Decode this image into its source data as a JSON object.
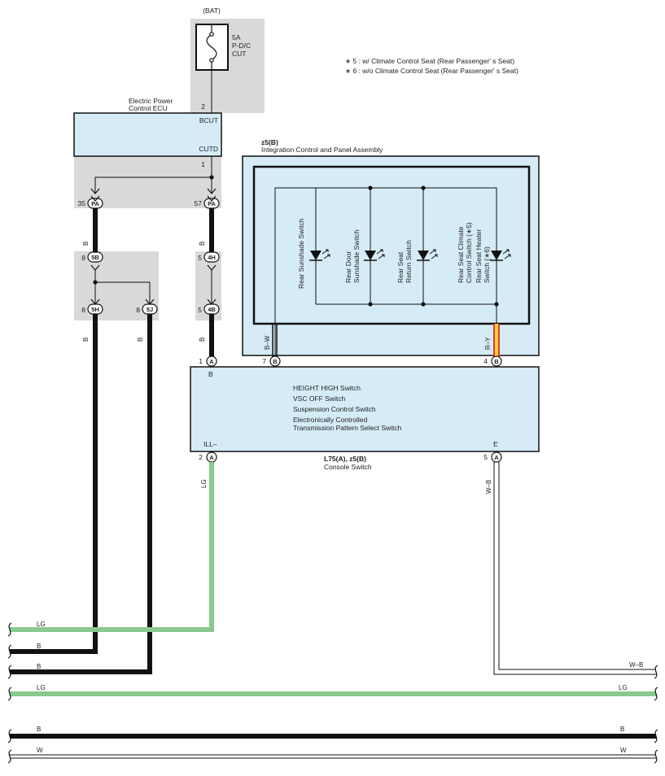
{
  "notes": {
    "n5": "∗ 5 : w/ Climate Control Seat  (Rear Passenger' s Seat)",
    "n6": "∗ 6 : w/o Climate Control Seat  (Rear Passenger' s Seat)"
  },
  "fuse": {
    "source": "(BAT)",
    "rating": "5A",
    "name1": "P-D/C",
    "name2": "CUT"
  },
  "ecu": {
    "title1": "Electric Power",
    "title2": "Control ECU",
    "pin_top": "2",
    "term_top": "BCUT",
    "term_bottom": "CUTD",
    "pin_bottom": "1"
  },
  "connectors": {
    "pa_left": {
      "pin": "35",
      "code": "PA"
    },
    "pa_right": {
      "pin": "57",
      "code": "PA"
    },
    "c5b": {
      "pin": "8",
      "code": "5B"
    },
    "c4h": {
      "pin": "5",
      "code": "4H"
    },
    "c5h": {
      "pin": "8",
      "code": "5H"
    },
    "c5j": {
      "pin": "8",
      "code": "5J"
    },
    "c4b": {
      "pin": "5",
      "code": "4B"
    }
  },
  "panel": {
    "code": "z5(B)",
    "title": "Integration Control  and Panel Assembly",
    "switches": [
      {
        "line1": "Rear Sunshade Switch"
      },
      {
        "line1": "Rear Door",
        "line2": "Sunshade Switch"
      },
      {
        "line1": "Rear Seat",
        "line2": "Return Switch"
      },
      {
        "line1": "Rear Seat Climate",
        "line2": "Control Switch (∗5)",
        "line3": "Rear Seat Heater",
        "line4": "Switch (∗6)"
      }
    ],
    "pin_left": "7",
    "conn_left": "B",
    "wire_left": "B–W",
    "pin_right": "4",
    "conn_right": "B",
    "wire_right": "R–Y"
  },
  "console": {
    "code": "L75(A), z5(B)",
    "name": "Console Switch",
    "lines": [
      "HEIGHT HIGH Switch",
      "VSC OFF Switch",
      "Suspension Control Switch",
      "Electronically Controlled",
      "Transmission Pattern Select Switch"
    ],
    "top_pin": "1",
    "top_conn": "A",
    "top_term": "B",
    "ill_term": "ILL–",
    "ill_pin": "2",
    "ill_conn": "A",
    "e_term": "E",
    "e_pin": "5",
    "e_conn": "A"
  },
  "wires": {
    "b": "B",
    "lg": "LG",
    "wb": "W–B",
    "w": "W"
  },
  "colors": {
    "shade": "#d9d9d9",
    "box_fill": "#d5ecf7",
    "wire_black": "#111111",
    "wire_lg": "#8ac98e",
    "wire_ry_red": "#e53b2a",
    "wire_ry_yellow": "#f5d33a"
  }
}
